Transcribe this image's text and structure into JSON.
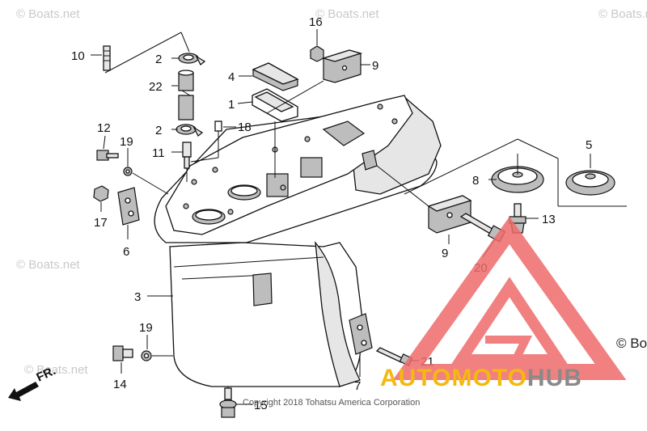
{
  "watermarks": {
    "text": "© Boats.net",
    "side_text": "© Bo"
  },
  "copyright": "Copyright 2018 Tohatsu America Corporation",
  "front_arrow_label": "FR.",
  "brand": {
    "part1": "AUTOMOTO",
    "part2": "HUB",
    "color1": "#f5b80f",
    "color2": "#8a8a8a",
    "logo_color": "#ef6b6b"
  },
  "callouts": {
    "c1": "1",
    "c2a": "2",
    "c2b": "2",
    "c3": "3",
    "c4": "4",
    "c5": "5",
    "c6": "6",
    "c7": "7",
    "c8": "8",
    "c9a": "9",
    "c9b": "9",
    "c10": "10",
    "c11": "11",
    "c12": "12",
    "c13": "13",
    "c14": "14",
    "c15": "15",
    "c16": "16",
    "c17": "17",
    "c18": "18",
    "c19a": "19",
    "c19b": "19",
    "c20": "20",
    "c21": "21",
    "c22": "22"
  }
}
